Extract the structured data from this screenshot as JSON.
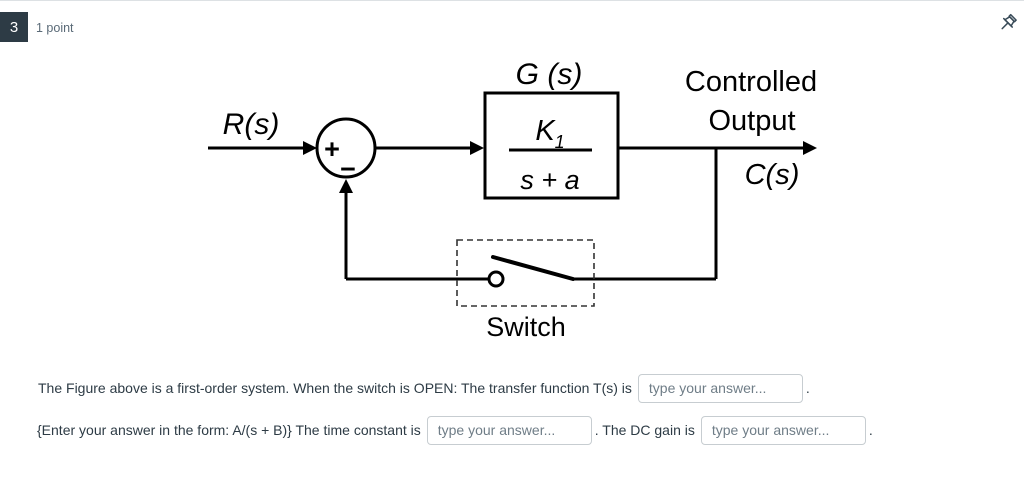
{
  "header": {
    "question_number": "3",
    "points_label": "1 point"
  },
  "diagram": {
    "input_label": "R(s)",
    "sum_plus": "+",
    "sum_minus": "−",
    "block_title": "G (s)",
    "block_numerator": "K",
    "block_numerator_sub": "1",
    "block_denominator": "s + a",
    "output_label_line1": "Controlled",
    "output_label_line2": "Output",
    "output_signal": "C(s)",
    "switch_label": "Switch"
  },
  "question": {
    "line1_prefix": "The Figure above is a first-order system. When the switch is OPEN: The transfer function T(s) is",
    "line1_suffix": ".",
    "line2_prefix": "{Enter your answer in the form: A/(s + B)} The time constant is",
    "line2_mid": ". The DC gain is",
    "line2_suffix": ".",
    "answer_placeholder": "type your answer...",
    "answers": {
      "a1": "",
      "a2": "",
      "a3": ""
    }
  },
  "colors": {
    "badge_bg": "#2d3b45",
    "text_dark": "#2d3b45",
    "text_muted": "#5a6a77",
    "input_border": "#c7cdd1",
    "diagram_stroke": "#000000"
  }
}
